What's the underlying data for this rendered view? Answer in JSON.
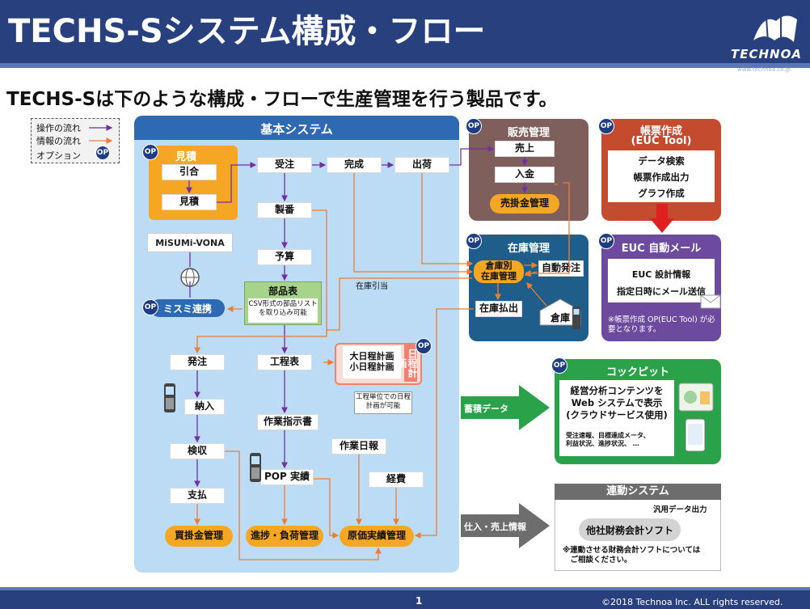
{
  "header": {
    "title": "TECHS-Sシステム構成・フロー",
    "logo": "TECHNOA",
    "logo_url": "www.technoa.co.jp"
  },
  "subtitle": "TECHS-Sは下のような構成・フローで生産管理を行う製品です。",
  "legend": {
    "operation_flow": "操作の流れ",
    "info_flow": "情報の流れ",
    "option": "オプション",
    "op_badge": "OP",
    "colors": {
      "operation": "#7030a0",
      "info": "#ed7d31"
    }
  },
  "basic": {
    "title": "基本システム",
    "mitsumori": {
      "title": "見積",
      "hikiai": "引合",
      "mitsumori": "見積"
    },
    "juchu": "受注",
    "kansei": "完成",
    "shukka": "出荷",
    "seiban": "製番",
    "yosan": "予算",
    "misumi_logo": "MiSUMi-VONA",
    "misumi_link": "ミスミ連携",
    "buhinhyo": {
      "title": "部品表",
      "note": "CSV形式の部品リストを取り込み可能"
    },
    "zaiko_hikiate": "在庫引当",
    "hachu": "発注",
    "nounyu": "納入",
    "kenshu": "検収",
    "shiharai": "支払",
    "kaikake": "買掛金管理",
    "koteihyo": "工程表",
    "nittei": {
      "vertical": "日程計画",
      "large": "大日程計画",
      "small": "小日程計画",
      "note": "工程単位での日程計画が可能"
    },
    "sagyo_shiji": "作業指示書",
    "pop": "POP 実績",
    "shinchoku": "進捗・負荷管理",
    "sagyo_nippo": "作業日報",
    "keihi": "経費",
    "genka": "原価実績管理"
  },
  "sales": {
    "title": "販売管理",
    "uriage": "売上",
    "nyukin": "入金",
    "urikake": "売掛金管理"
  },
  "forms": {
    "title": "帳票作成",
    "subtitle": "(EUC Tool)",
    "items": [
      "データ検索",
      "帳票作成出力",
      "グラフ作成"
    ]
  },
  "inventory": {
    "title": "在庫管理",
    "soko_betsu": "倉庫別\n在庫管理",
    "jido_hachu": "自動発注",
    "haraidashi": "在庫払出",
    "soko": "倉庫"
  },
  "euc_mail": {
    "title": "EUC 自動メール",
    "items": [
      "EUC 設計情報",
      "指定日時にメール送信"
    ],
    "note": "※帳票作成 OP(EUC Tool) が必要となります。"
  },
  "cockpit": {
    "title": "コックピット",
    "main": "経営分析コンテンツを\nWeb システムで表示\n(クラウドサービス使用)",
    "detail": "受注速報、目標達成メータ、\n利益状況、進捗状況、 …",
    "arrow": "蓄積データ"
  },
  "linkage": {
    "title": "連動システム",
    "export": "汎用データ出力",
    "software": "他社財務会計ソフト",
    "note": "※連動させる財務会計ソフトについては\n　ご相談ください。",
    "arrow": "仕入・売上情報"
  },
  "footer": {
    "page": "1",
    "copyright": "©2018 Technoa Inc. ALL rights reserved."
  }
}
